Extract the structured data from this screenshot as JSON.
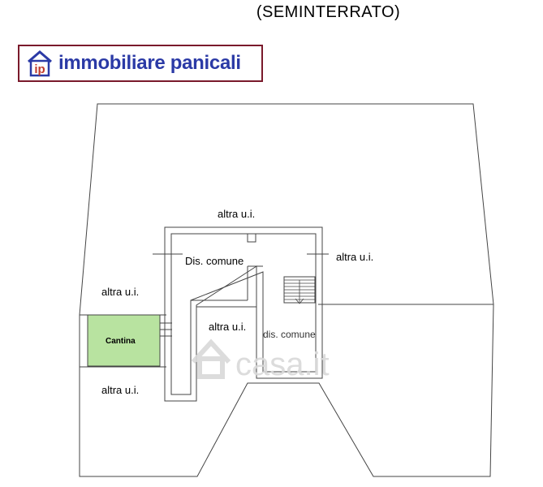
{
  "heading": "(SEMINTERRATO)",
  "logo": {
    "mark": "ip",
    "text": "immobiliare panicali",
    "border_color": "#7a1a2b",
    "text_color": "#2b3aa6",
    "icon": "house-ip-icon"
  },
  "rooms": {
    "top_center": "altra u.i.",
    "right": "altra u.i.",
    "left_upper": "altra u.i.",
    "left_lower": "altra u.i.",
    "inner": "altra u.i.",
    "corridor": "Dis. comune",
    "corridor_lower": "dis. comune",
    "cantina": "Cantina"
  },
  "colors": {
    "cantina_fill": "#b8e3a0",
    "line": "#444444"
  },
  "watermark": {
    "text": "casa.it",
    "icon": "house-icon"
  }
}
